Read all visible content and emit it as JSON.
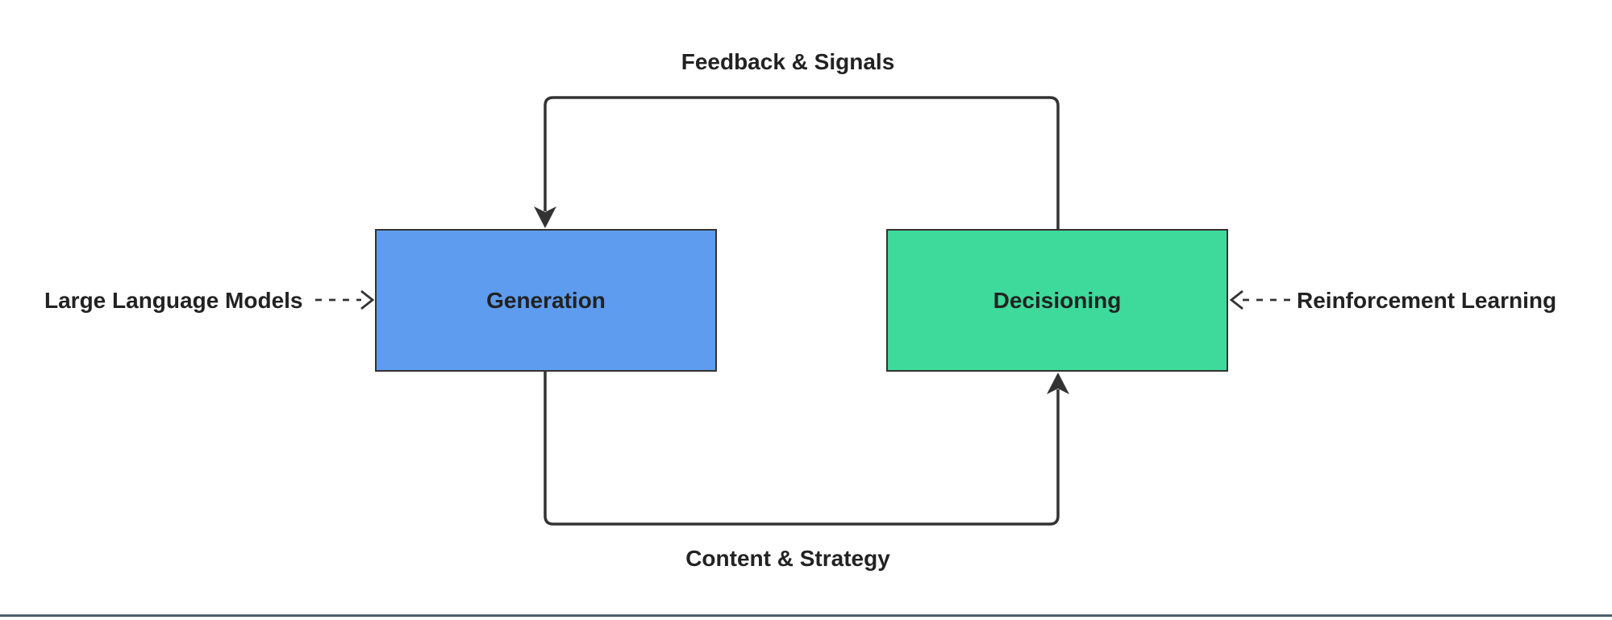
{
  "diagram": {
    "nodes": {
      "generation": {
        "label": "Generation",
        "fill": "#5e9cef"
      },
      "decisioning": {
        "label": "Decisioning",
        "fill": "#3eda9b"
      }
    },
    "edges": [
      {
        "from": "Decisioning",
        "to": "Generation",
        "label": "Feedback & Signals",
        "line": "solid",
        "route": "top-loop",
        "arrowhead": "filled"
      },
      {
        "from": "Generation",
        "to": "Decisioning",
        "label": "Content & Strategy",
        "line": "solid",
        "route": "bottom-loop",
        "arrowhead": "filled"
      },
      {
        "from": "Large Language Models",
        "to": "Generation",
        "line": "dashed",
        "route": "left",
        "arrowhead": "open-chevron"
      },
      {
        "from": "Reinforcement Learning",
        "to": "Decisioning",
        "line": "dashed",
        "route": "right",
        "arrowhead": "open-chevron"
      }
    ],
    "side_labels": {
      "left": "Large Language Models",
      "right": "Reinforcement Learning"
    }
  },
  "colors": {
    "background": "#ffffff",
    "node_generation_fill": "#5e9cef",
    "node_decisioning_fill": "#3eda9b",
    "node_border": "#333333",
    "edge": "#333333",
    "label_text": "#222222",
    "bottom_rule": "#4e6170"
  }
}
